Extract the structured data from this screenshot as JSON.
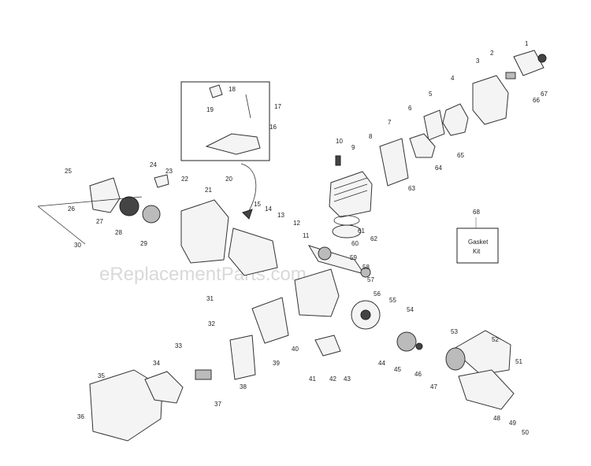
{
  "watermark": "eReplacementParts.com",
  "gasket_kit": {
    "number": "68",
    "line1": "Gasket",
    "line2": "Kit"
  },
  "labels": [
    "1",
    "2",
    "3",
    "4",
    "5",
    "6",
    "7",
    "8",
    "9",
    "10",
    "11",
    "12",
    "13",
    "14",
    "15",
    "16",
    "17",
    "18",
    "19",
    "20",
    "21",
    "22",
    "23",
    "24",
    "25",
    "26",
    "27",
    "28",
    "29",
    "30",
    "31",
    "32",
    "33",
    "34",
    "35",
    "36",
    "37",
    "38",
    "39",
    "40",
    "41",
    "42",
    "43",
    "44",
    "45",
    "46",
    "47",
    "48",
    "49",
    "50",
    "51",
    "52",
    "53",
    "54",
    "55",
    "56",
    "57",
    "58",
    "59",
    "60",
    "61",
    "62",
    "63",
    "64",
    "65",
    "66",
    "67"
  ]
}
